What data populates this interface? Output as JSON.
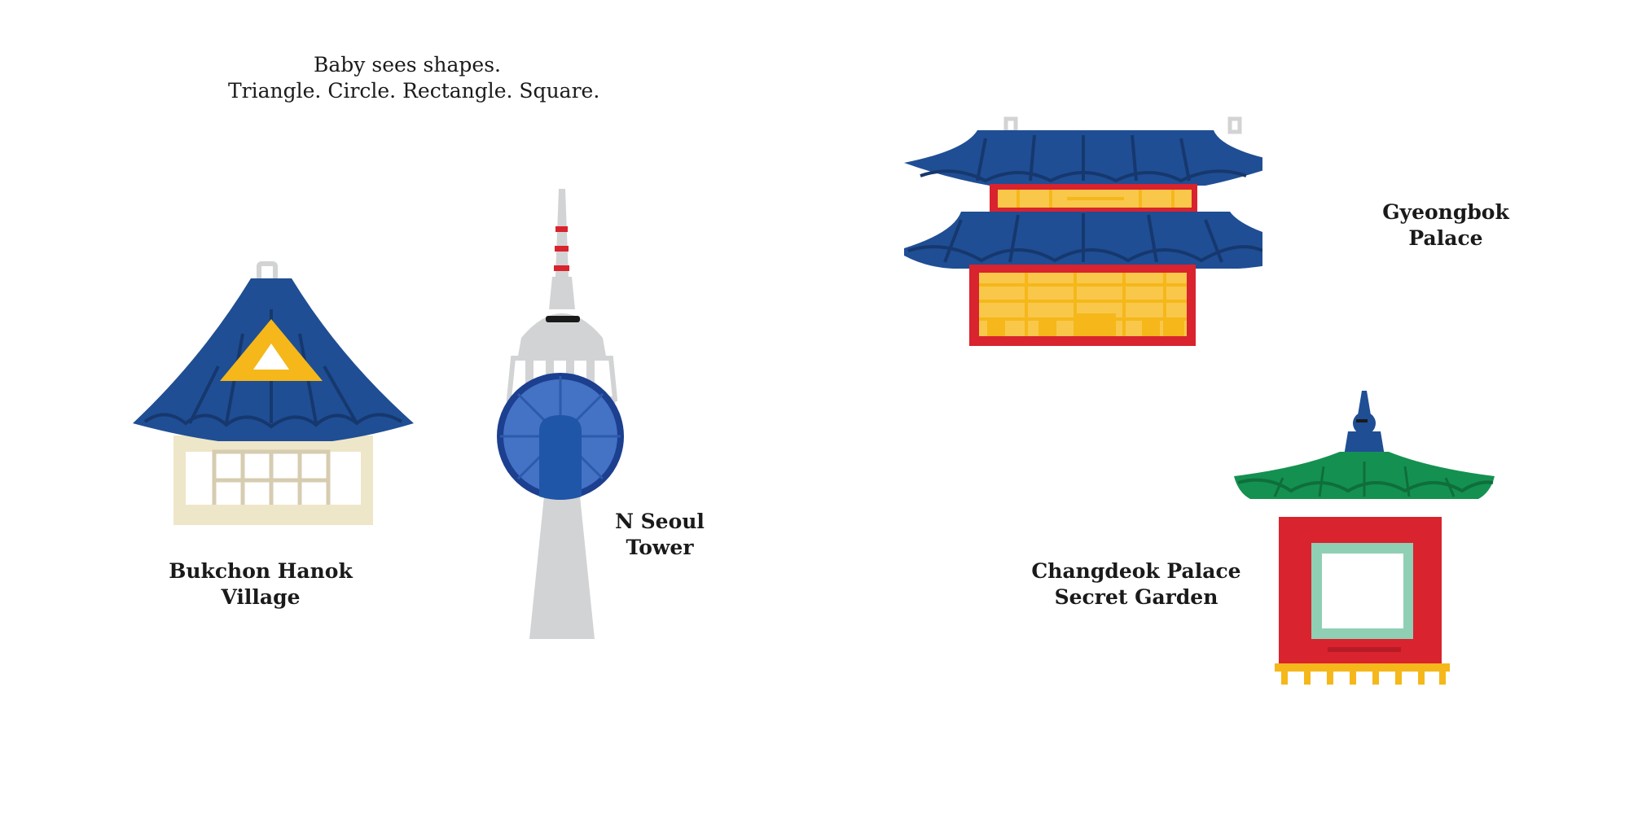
{
  "intro": {
    "line1": "Baby sees shapes.",
    "line2": "Triangle. Circle. Rectangle. Square."
  },
  "landmarks": [
    {
      "line1": "Bukchon Hanok",
      "line2": "Village",
      "icon": "hanok-house-icon"
    },
    {
      "line1": "N Seoul",
      "line2": "Tower",
      "icon": "seoul-tower-icon"
    },
    {
      "line1": "Gyeongbok",
      "line2": "Palace",
      "icon": "gyeongbok-palace-icon"
    },
    {
      "line1": "Changdeok Palace",
      "line2": "Secret Garden",
      "icon": "pavilion-icon"
    }
  ],
  "colors": {
    "roof_blue": "#1f4e94",
    "roof_line": "#16386e",
    "red": "#d9232e",
    "yellow": "#f9c84a",
    "gold": "#f5b71a",
    "cream": "#eee6c8",
    "grey": "#d2d3d4",
    "green": "#149150",
    "mint": "#8fcfb4"
  }
}
